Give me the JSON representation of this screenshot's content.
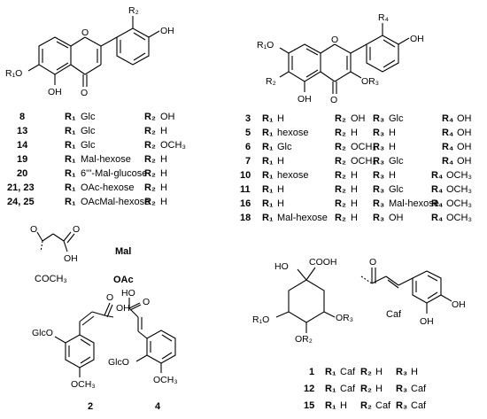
{
  "flavone": {
    "atoms": {
      "r1o": "R₁O",
      "r2": "R₂",
      "oh_right": "OH",
      "oh_bottom": "OH",
      "o_ring": "O",
      "o_keto": "O"
    },
    "rows": [
      {
        "id": "8",
        "r1": "Glc",
        "r2": "OH"
      },
      {
        "id": "13",
        "r1": "Glc",
        "r2": "H"
      },
      {
        "id": "14",
        "r1": "Glc",
        "r2": "OCH₃"
      },
      {
        "id": "19",
        "r1": "Mal-hexose",
        "r2": "H"
      },
      {
        "id": "20",
        "r1": "6'''-Mal-glucose",
        "r2": "H"
      },
      {
        "id": "21, 23",
        "r1": "OAc-hexose",
        "r2": "H"
      },
      {
        "id": "24, 25",
        "r1": "OAcMal-hexose",
        "r2": "H"
      }
    ]
  },
  "flavonol": {
    "atoms": {
      "r1o": "R₁O",
      "r2": "R₂",
      "r4": "R₄",
      "oh_right": "OH",
      "oh_bottom": "OH",
      "or3": "OR₃",
      "o_ring": "O",
      "o_keto": "O"
    },
    "rows": [
      {
        "id": "3",
        "r1": "H",
        "r2": "OH",
        "r3": "Glc",
        "r4": "OH"
      },
      {
        "id": "5",
        "r1": "hexose",
        "r2": "H",
        "r3": "H",
        "r4": "OH"
      },
      {
        "id": "6",
        "r1": "Glc",
        "r2": "OCH₃",
        "r3": "H",
        "r4": "OH"
      },
      {
        "id": "7",
        "r1": "H",
        "r2": "OCH₃",
        "r3": "Glc",
        "r4": "OH"
      },
      {
        "id": "10",
        "r1": "hexose",
        "r2": "H",
        "r3": "H",
        "r4": "OCH₃"
      },
      {
        "id": "11",
        "r1": "H",
        "r2": "H",
        "r3": "Glc",
        "r4": "OCH₃"
      },
      {
        "id": "16",
        "r1": "H",
        "r2": "H",
        "r3": "Mal-hexose",
        "r4": "OCH₃"
      },
      {
        "id": "18",
        "r1": "Mal-hexose",
        "r2": "H",
        "r3": "OH",
        "r4": "OCH₃"
      }
    ]
  },
  "groups": {
    "mal_label": "Mal",
    "mal_o1": "O",
    "mal_o2": "O",
    "mal_oh": "OH",
    "oac_formula": "COCH₃",
    "oac_label": "OAc"
  },
  "acids": {
    "c2": {
      "id": "2",
      "oh": "OH",
      "o": "O",
      "glco": "GlcO",
      "och3": "OCH₃"
    },
    "c4": {
      "id": "4",
      "ho": "HO",
      "o": "O",
      "glco": "GlcO",
      "och3": "OCH₃"
    }
  },
  "quinic": {
    "atoms": {
      "ho": "HO",
      "cooh": "COOH",
      "r1o": "R₁O",
      "or3": "OR₃",
      "or2": "OR₂"
    },
    "caf": {
      "label": "Caf",
      "o": "O",
      "oh_right": "OH",
      "oh_bottom": "OH"
    },
    "rows": [
      {
        "id": "1",
        "r1": "Caf",
        "r2": "H",
        "r3": "H"
      },
      {
        "id": "12",
        "r1": "Caf",
        "r2": "H",
        "r3": "Caf"
      },
      {
        "id": "15",
        "r1": "H",
        "r2": "Caf",
        "r3": "Caf"
      }
    ]
  },
  "labels": {
    "r1": "R₁",
    "r2": "R₂",
    "r3": "R₃",
    "r4": "R₄"
  }
}
